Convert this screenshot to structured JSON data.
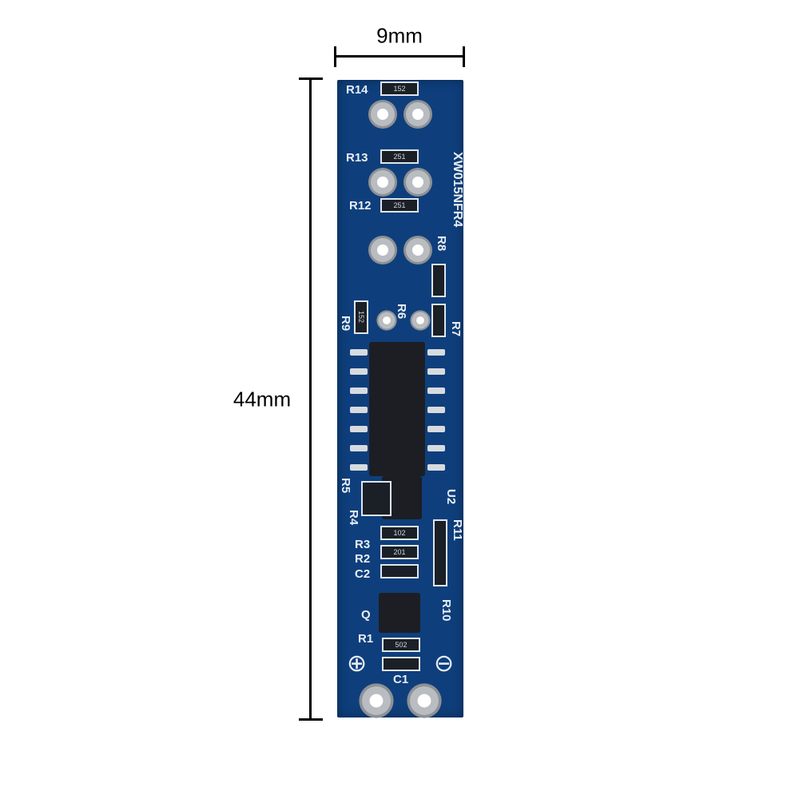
{
  "dimensions": {
    "width_label": "9mm",
    "height_label": "44mm"
  },
  "board": {
    "color": "#0e3f7c",
    "silkscreen": {
      "part_number": "XW015NFR4",
      "labels": [
        "R14",
        "R13",
        "R12",
        "R8",
        "R6",
        "R9",
        "R7",
        "R5",
        "R4",
        "U2",
        "R11",
        "R3",
        "R2",
        "C2",
        "R10",
        "Q",
        "R1",
        "C1"
      ],
      "plus_symbol": "⊕",
      "minus_symbol": "⊖"
    },
    "component_markings": {
      "r14": "152",
      "r13": "251",
      "r12": "251",
      "r9": "152",
      "r3": "102",
      "r2": "201",
      "r1": "502"
    }
  }
}
